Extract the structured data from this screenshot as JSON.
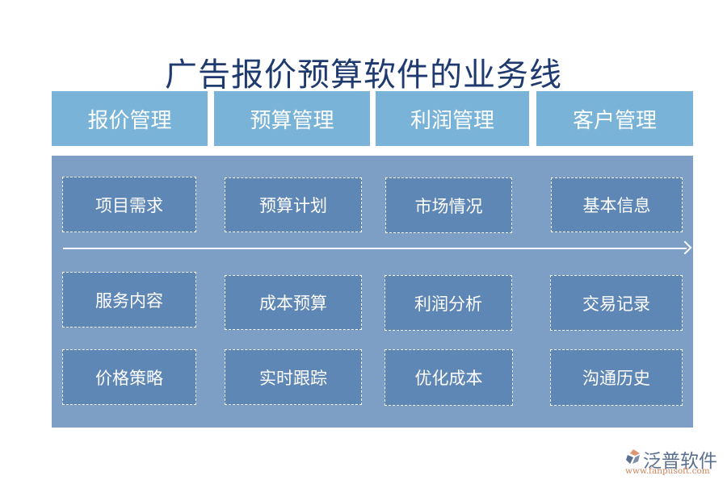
{
  "title": "广告报价预算软件的业务线",
  "headers": [
    {
      "label": "报价管理"
    },
    {
      "label": "预算管理"
    },
    {
      "label": "利润管理"
    },
    {
      "label": "客户管理"
    }
  ],
  "columns": [
    {
      "items": [
        "项目需求",
        "服务内容",
        "价格策略"
      ]
    },
    {
      "items": [
        "预算计划",
        "成本预算",
        "实时跟踪"
      ]
    },
    {
      "items": [
        "市场情况",
        "利润分析",
        "优化成本"
      ]
    },
    {
      "items": [
        "基本信息",
        "交易记录",
        "沟通历史"
      ]
    }
  ],
  "logo": {
    "name": "泛普软件",
    "url": "www.fanpusoft.com"
  },
  "colors": {
    "title": "#1f3a6e",
    "header_bg": "#79b3d8",
    "panel_bg": "#7d9ec5",
    "box_bg": "#5f87b5"
  }
}
